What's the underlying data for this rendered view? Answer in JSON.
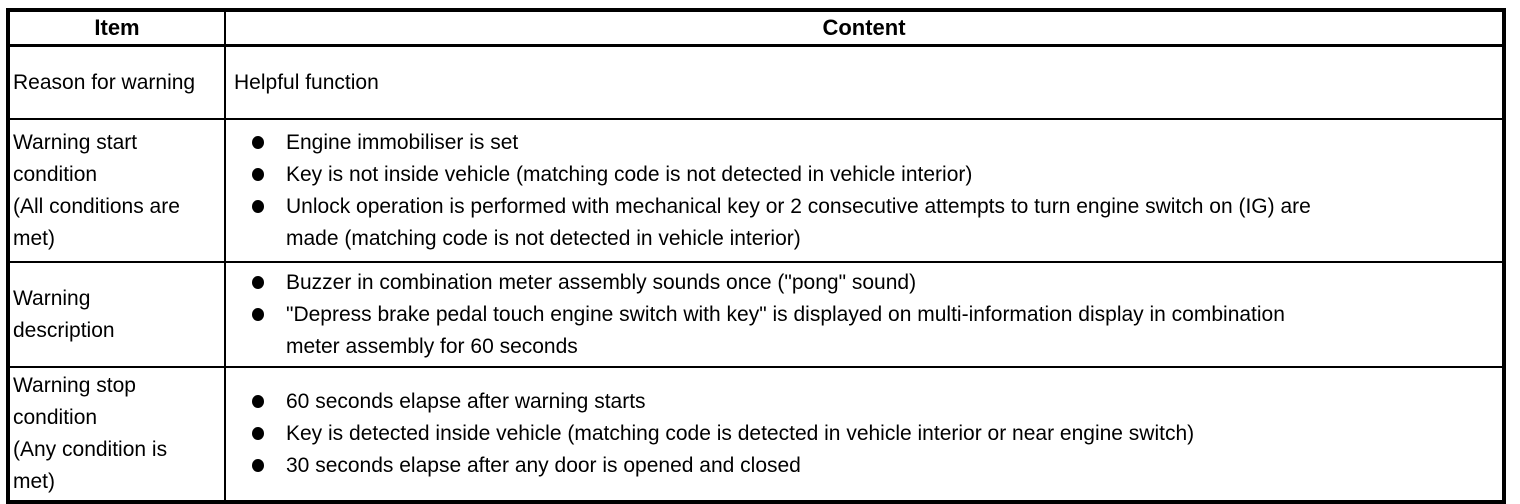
{
  "colors": {
    "border": "#000000",
    "background": "#ffffff",
    "text": "#000000"
  },
  "table": {
    "headers": {
      "item": "Item",
      "content": "Content"
    },
    "rows": [
      {
        "item": "Reason for warning",
        "text": "Helpful function",
        "bullets": []
      },
      {
        "item": "Warning start\ncondition\n(All conditions are\nmet)",
        "bullets": [
          "Engine immobiliser is set",
          "Key is not inside vehicle (matching code is not detected in vehicle interior)",
          "Unlock operation is performed with mechanical key or 2 consecutive attempts to turn engine switch on (IG) are\nmade (matching code is not detected in vehicle interior)"
        ]
      },
      {
        "item": "Warning\ndescription",
        "bullets": [
          "Buzzer in combination meter assembly sounds once (\"pong\" sound)",
          "\"Depress brake pedal touch engine switch with key\" is displayed on multi-information display in combination\nmeter assembly for 60 seconds"
        ]
      },
      {
        "item": "Warning stop\ncondition\n(Any condition is\nmet)",
        "bullets": [
          "60 seconds elapse after warning starts",
          "Key is detected inside vehicle (matching code is detected in vehicle interior or near engine switch)",
          "30 seconds elapse after any door is opened and closed"
        ]
      }
    ]
  }
}
